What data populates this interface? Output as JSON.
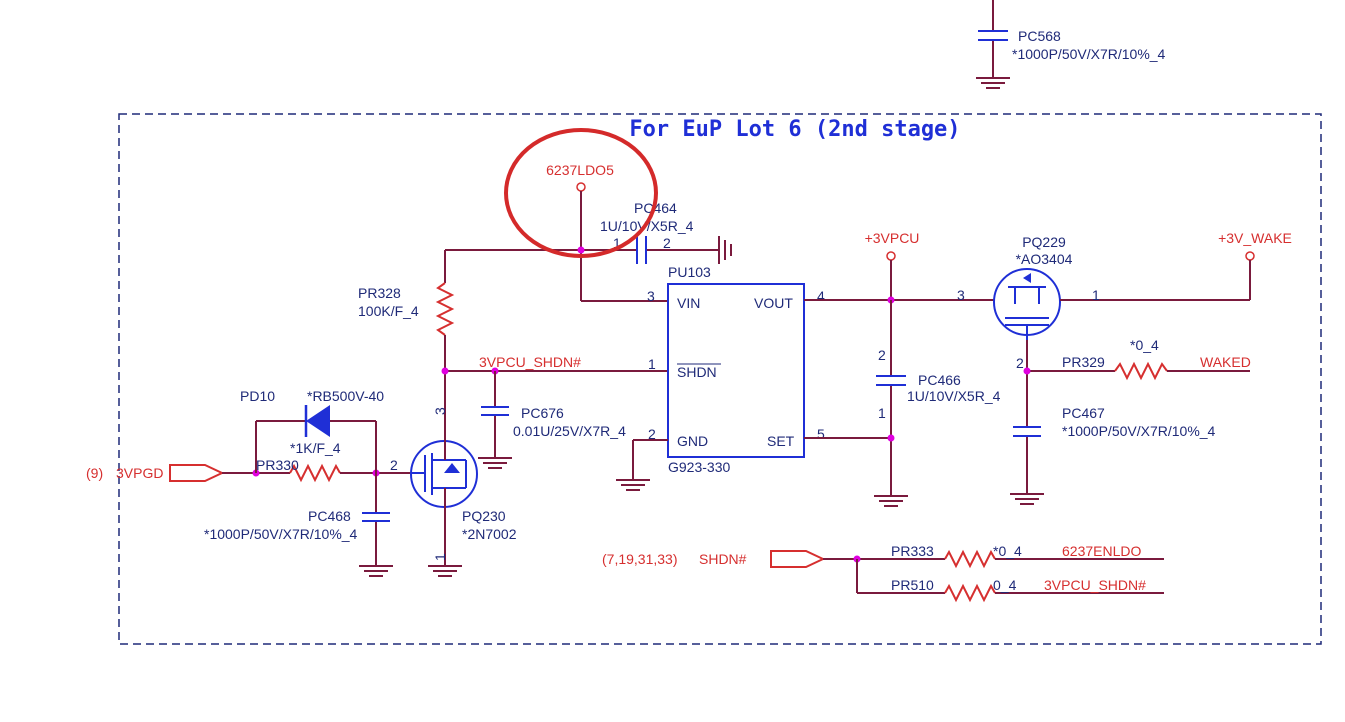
{
  "title": "For EuP Lot 6 (2nd stage)",
  "top": {
    "cap": "PC568",
    "cap_value": "*1000P/50V/X7R/10%_4"
  },
  "nets": {
    "ldo": "6237LDO5",
    "vpcu": "+3VPCU",
    "wake": "+3V_WAKE",
    "shdn_net": "3VPCU_SHDN#",
    "waked": "WAKED",
    "vpgd": "3VPGD",
    "vpgd_ref": "(9)",
    "shdn_in": "SHDN#",
    "shdn_ref": "(7,19,31,33)",
    "enldo": "6237ENLDO",
    "shdn_out": "3VPCU_SHDN#"
  },
  "ic": {
    "ref": "PU103",
    "part": "G923-330",
    "pins": {
      "vin": "VIN",
      "vout": "VOUT",
      "shdn": "SHDN",
      "gnd": "GND",
      "set": "SET"
    },
    "nums": {
      "vin": "3",
      "vout": "4",
      "shdn": "1",
      "gnd": "2",
      "set": "5"
    }
  },
  "parts": {
    "pc464": {
      "ref": "PC464",
      "value": "1U/10V/X5R_4",
      "p1": "1",
      "p2": "2"
    },
    "pr328": {
      "ref": "PR328",
      "value": "100K/F_4"
    },
    "pc676": {
      "ref": "PC676",
      "value": "0.01U/25V/X7R_4"
    },
    "pd10": {
      "ref": "PD10",
      "value": "*RB500V-40"
    },
    "pr330": {
      "ref": "PR330",
      "value": "*1K/F_4"
    },
    "pc468": {
      "ref": "PC468",
      "value": "*1000P/50V/X7R/10%_4"
    },
    "pq230": {
      "ref": "PQ230",
      "value": "*2N7002",
      "d": "3",
      "g": "2",
      "s": "1"
    },
    "pc466": {
      "ref": "PC466",
      "value": "1U/10V/X5R_4",
      "p2": "2",
      "p1": "1"
    },
    "pq229": {
      "ref": "PQ229",
      "value": "*AO3404",
      "p3": "3",
      "p1": "1",
      "p2": "2"
    },
    "pr329": {
      "ref": "PR329",
      "value": "*0_4"
    },
    "pc467": {
      "ref": "PC467",
      "value": "*1000P/50V/X7R/10%_4"
    },
    "pr333": {
      "ref": "PR333",
      "value": "*0_4"
    },
    "pr510": {
      "ref": "PR510",
      "value": "0_4"
    }
  }
}
